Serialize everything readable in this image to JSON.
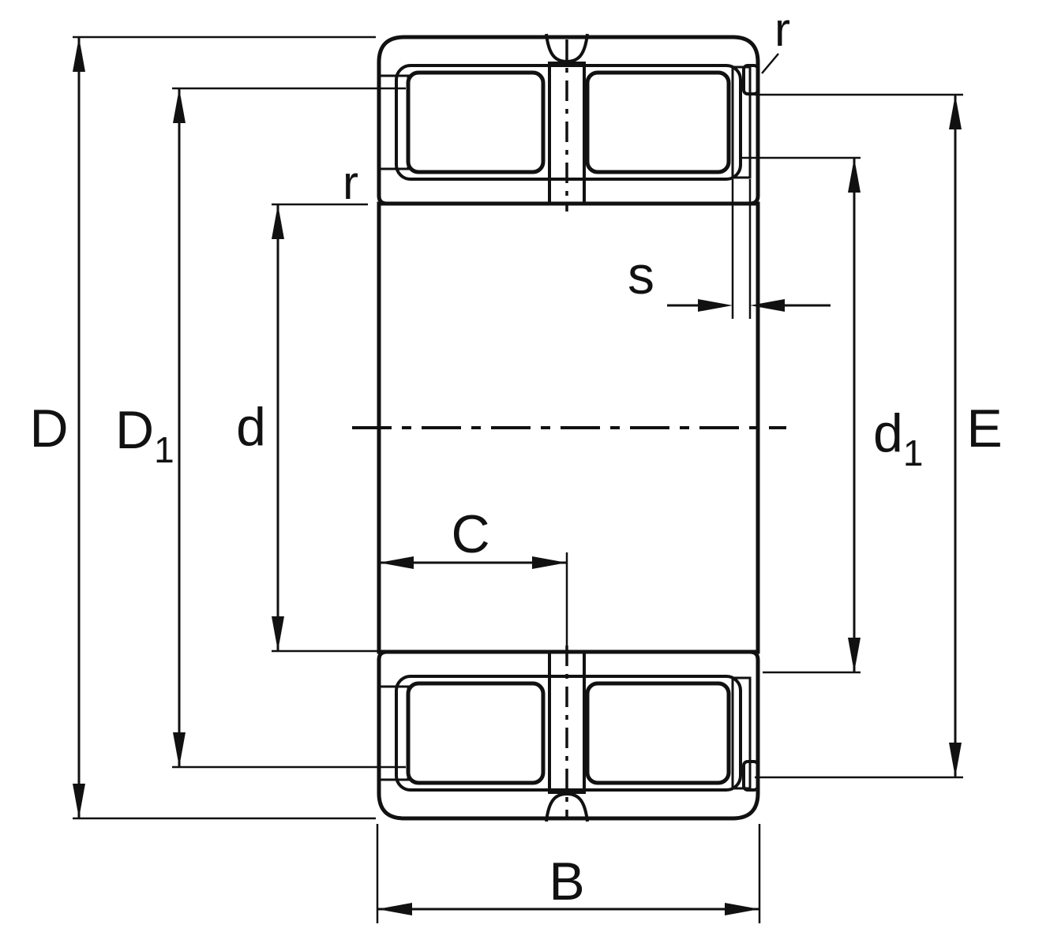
{
  "diagram": {
    "colors": {
      "ring_teal": "#b2d9d1",
      "steel_gray": "#d9d9d9",
      "white": "#ffffff",
      "outline": "#111111"
    },
    "dimension_labels": {
      "outer_diameter": "D",
      "recess_diameter_base": "D",
      "recess_diameter_sub": "1",
      "bore_diameter": "d",
      "shoulder_diameter_base": "d",
      "shoulder_diameter_sub": "1",
      "raceway_diameter": "E",
      "overall_width": "B",
      "roller_row_width": "C",
      "snap_ring_groove_width": "s",
      "fillet_radius_outer": "r",
      "fillet_radius_bore": "r"
    }
  }
}
